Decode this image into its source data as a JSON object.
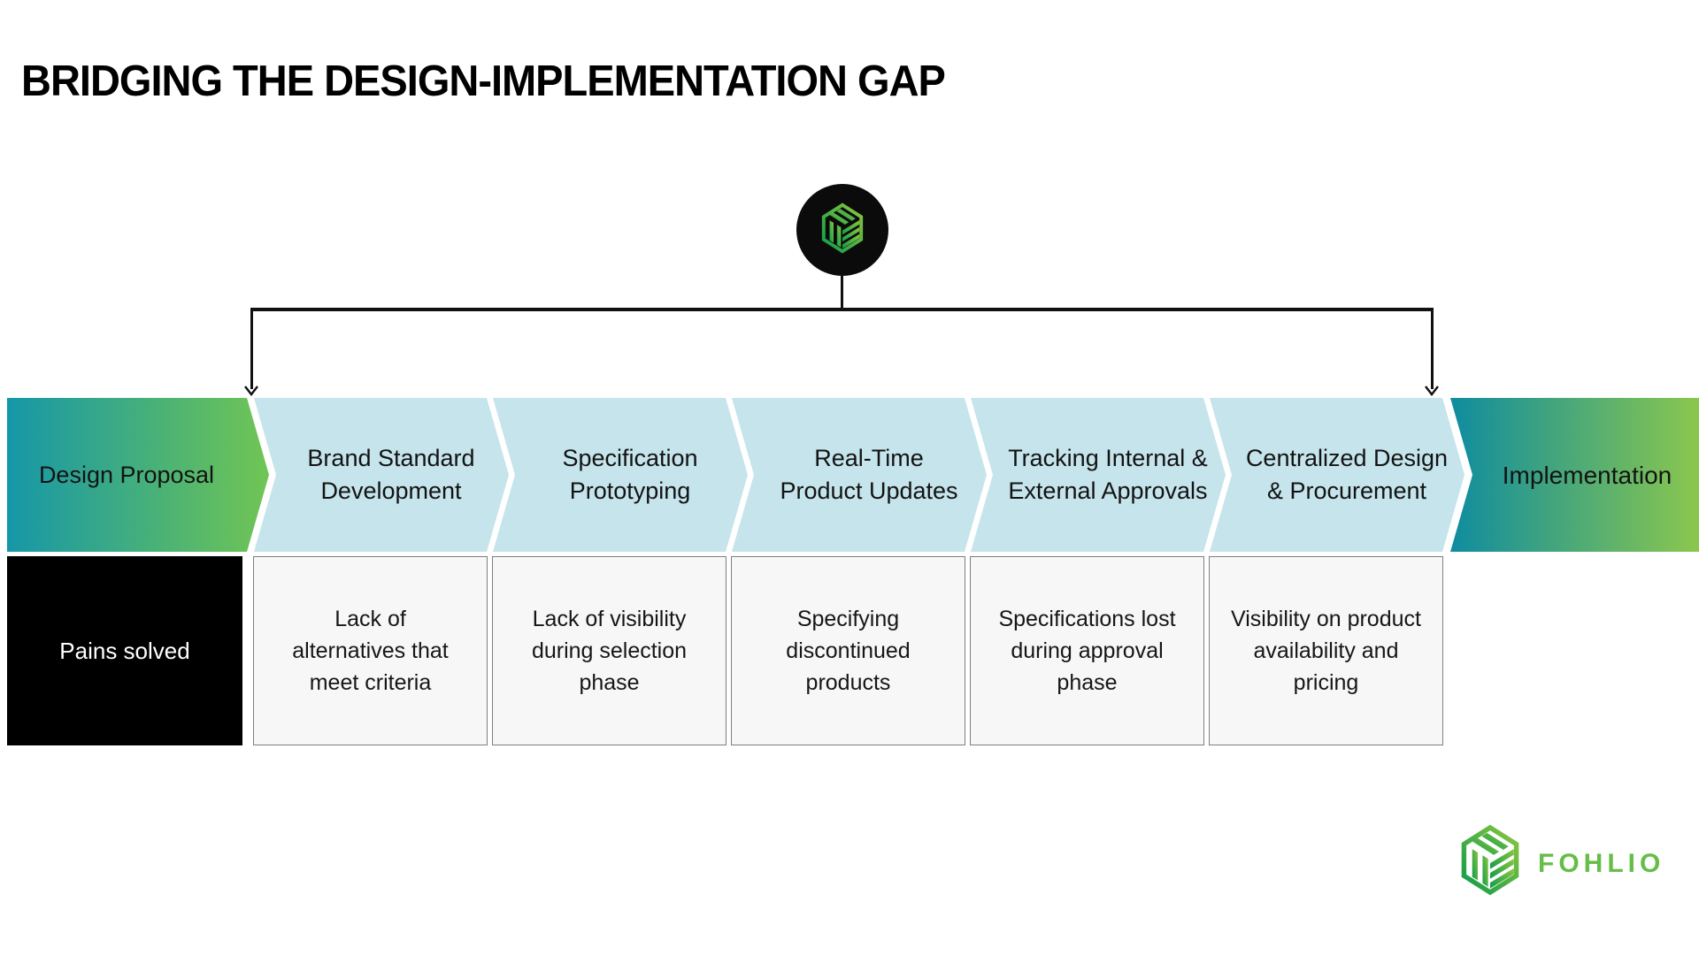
{
  "title": "BRIDGING THE DESIGN-IMPLEMENTATION GAP",
  "brand": {
    "name": "FOHLIO",
    "logo_icon": "fohlio-cube-icon"
  },
  "flow": {
    "stages": [
      {
        "label": "Design Proposal",
        "lines": [
          "Design Proposal"
        ],
        "style": "teal-green-gradient"
      },
      {
        "label": "Brand Standard Development",
        "lines": [
          "Brand Standard",
          "Development"
        ],
        "style": "light-blue"
      },
      {
        "label": "Specification Prototyping",
        "lines": [
          "Specification",
          "Prototyping"
        ],
        "style": "light-blue"
      },
      {
        "label": "Real-Time Product Updates",
        "lines": [
          "Real-Time",
          "Product Updates"
        ],
        "style": "light-blue"
      },
      {
        "label": "Tracking Internal & External Approvals",
        "lines": [
          "Tracking Internal &",
          "External Approvals"
        ],
        "style": "light-blue"
      },
      {
        "label": "Centralized Design & Procurement",
        "lines": [
          "Centralized Design",
          "& Procurement"
        ],
        "style": "light-blue"
      },
      {
        "label": "Implementation",
        "lines": [
          "Implementation"
        ],
        "style": "teal-green-gradient"
      }
    ]
  },
  "pains": {
    "row_label": "Pains solved",
    "items": [
      {
        "text": "Lack of alternatives that meet criteria",
        "lines": [
          "Lack of",
          "alternatives that",
          "meet criteria"
        ]
      },
      {
        "text": "Lack of visibility during selection phase",
        "lines": [
          "Lack of visibility",
          "during selection",
          "phase"
        ]
      },
      {
        "text": "Specifying discontinued products",
        "lines": [
          "Specifying",
          "discontinued",
          "products"
        ]
      },
      {
        "text": "Specifications lost during approval phase",
        "lines": [
          "Specifications lost",
          "during approval",
          "phase"
        ]
      },
      {
        "text": "Visibility on product availability and pricing",
        "lines": [
          "Visibility on product",
          "availability and",
          "pricing"
        ]
      }
    ]
  },
  "colors": {
    "stage_gradient_teal": "#1697A8",
    "stage_gradient_green": "#70C553",
    "implementation_teal": "#0F8CA0",
    "implementation_green": "#8BC74E",
    "stage_light_blue": "#C5E4EB",
    "pain_box_bg": "#F7F7F7",
    "pain_box_border": "#7F7F7F",
    "pain_label_bg": "#000000",
    "brand_green_dark": "#0E9C4A",
    "brand_green_light": "#8DC63F",
    "wordmark_green": "#64BE47"
  }
}
